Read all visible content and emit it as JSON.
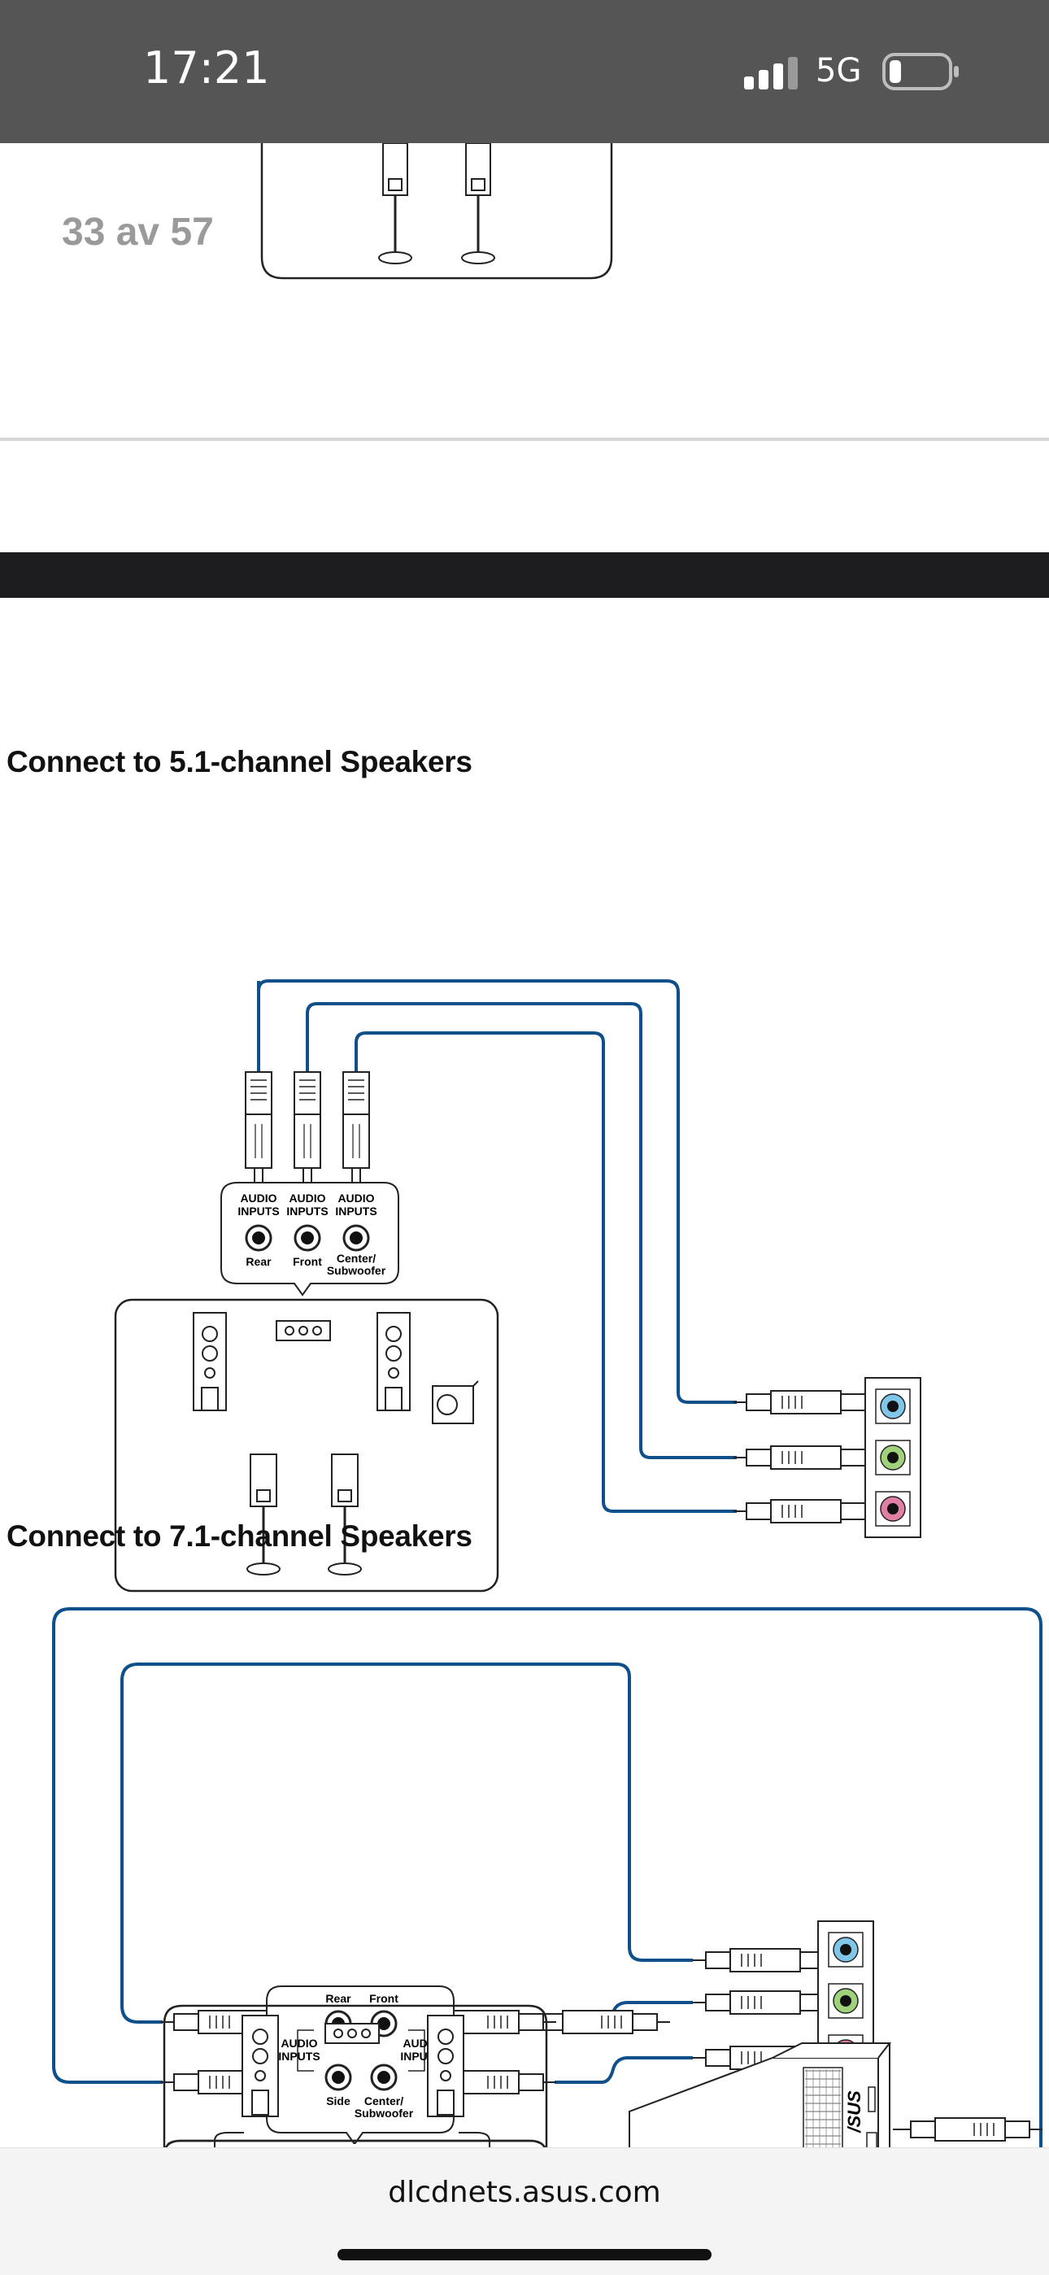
{
  "status": {
    "time": "17:21",
    "network": "5G"
  },
  "doc": {
    "page_indicator": "33 av 57",
    "section_51": {
      "heading": "Connect to 5.1-channel Speakers",
      "audio_input_label_line1": "AUDIO",
      "audio_input_label_line2": "INPUTS",
      "jack_rear": "Rear",
      "jack_front": "Front",
      "jack_center_line1": "Center/",
      "jack_center_line2": "Subwoofer"
    },
    "section_71": {
      "heading": "Connect to 7.1-channel Speakers",
      "jack_rear": "Rear",
      "jack_front": "Front",
      "jack_side": "Side",
      "jack_center_line1": "Center/",
      "jack_center_line2": "Subwoofer",
      "audio_left_line1": "AUDIO",
      "audio_left_line2": "INPUTS",
      "audio_right_line1": "AUDIO",
      "audio_right_line2": "INPUTS",
      "pc_brand": "/SUS"
    },
    "port_colors": {
      "blue": "#7fc6e8",
      "green": "#9fd27a",
      "pink": "#e07fa6",
      "cable": "#0f4f8a"
    }
  },
  "browser": {
    "url": "dlcdnets.asus.com"
  }
}
